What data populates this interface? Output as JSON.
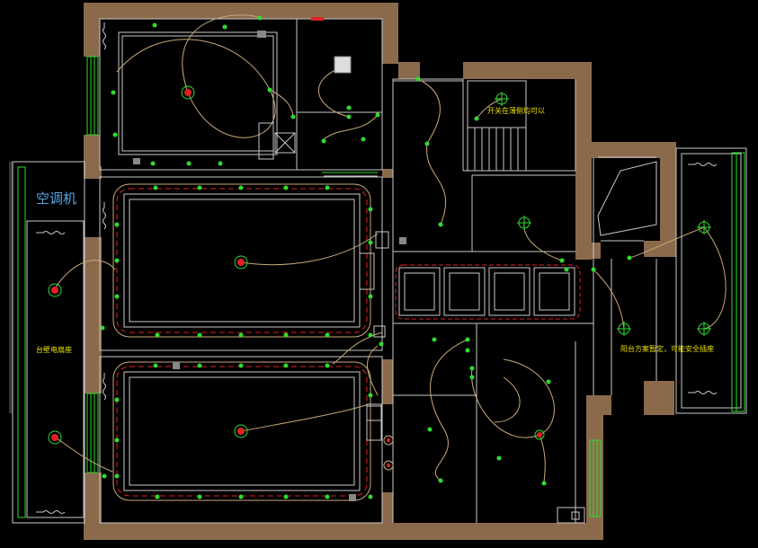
{
  "labels": {
    "air_conditioner": "空调机",
    "fan_note": "台壁电扇座",
    "switch_note": "开关在薄侧均可以",
    "balcony_note": "阳台方案暂定，可能安全插座"
  },
  "colors": {
    "background": "#000000",
    "wall": "#8b6a4c",
    "wall_line": "#c8c8c8",
    "wire": "#c9a97a",
    "node": "#2fdc2f",
    "cove_dashed": "#e02020",
    "text": "#e8e000",
    "ac_text": "#56a8e8"
  },
  "icons": [
    "ceiling-light-icon",
    "switch-node-icon",
    "recessed-light-icon",
    "exhaust-fan-icon"
  ]
}
